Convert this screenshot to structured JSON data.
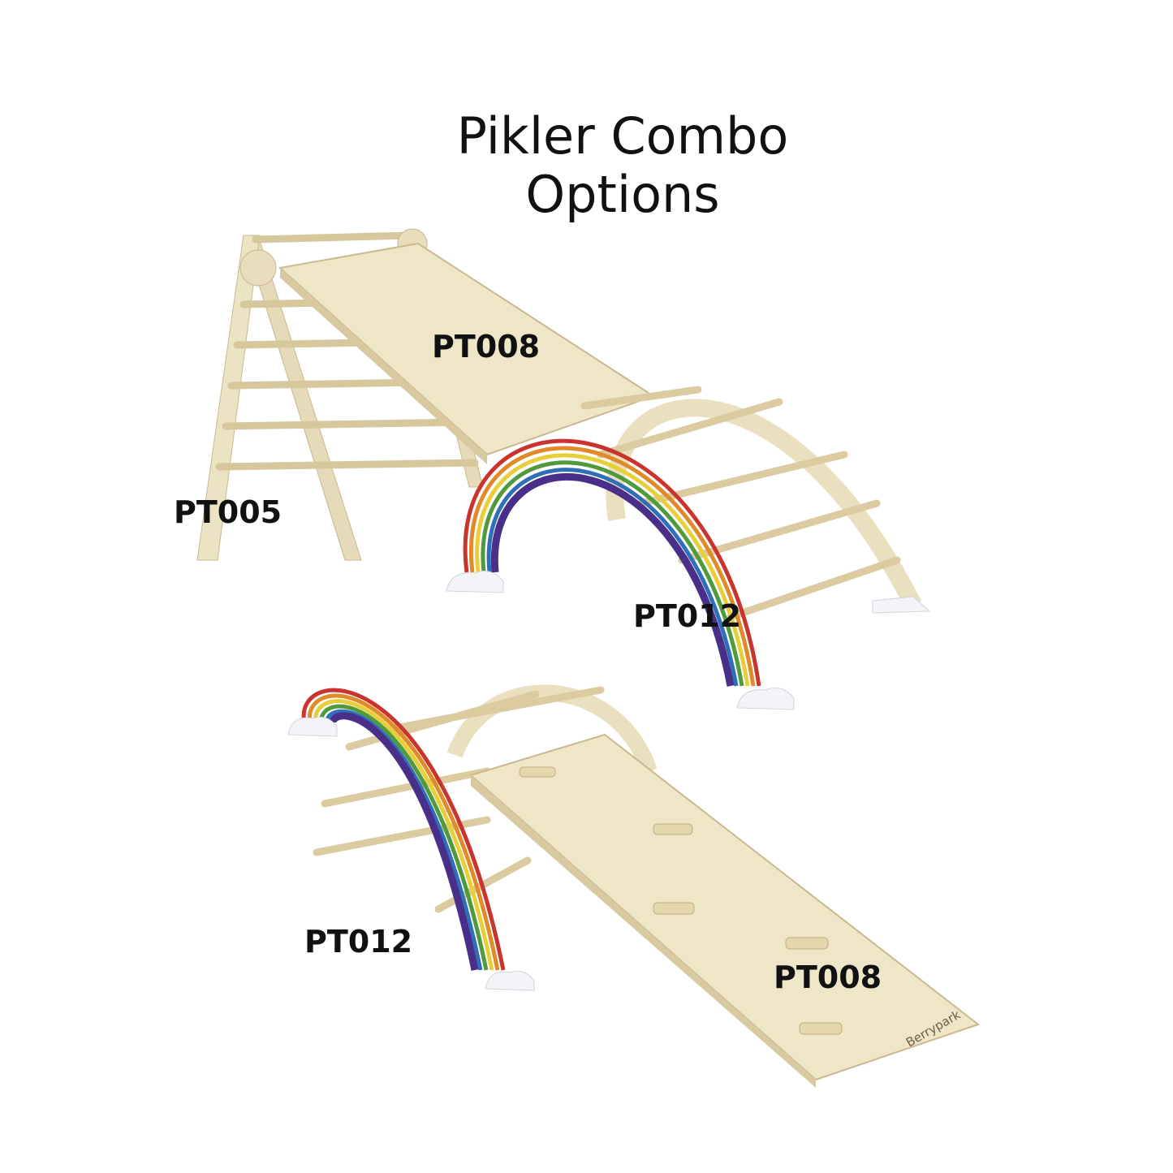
{
  "title": {
    "line1": "Pikler Combo",
    "line2": "Options"
  },
  "labels": {
    "top_ramp": "PT008",
    "top_triangle": "PT005",
    "top_arch": "PT012",
    "bottom_arch": "PT012",
    "bottom_ramp": "PT008"
  },
  "logo": "Berrypark",
  "colors": {
    "wood": "#ece2c4",
    "wood_dark": "#cdbf98",
    "rainbow": [
      "#c9342e",
      "#e08a2a",
      "#e8cf3a",
      "#4f9a3c",
      "#2f6fb8",
      "#4a2f8a"
    ],
    "cloud": "#f2f4f8"
  }
}
